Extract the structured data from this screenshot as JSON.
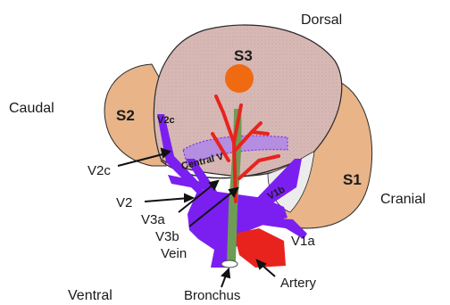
{
  "directions": {
    "dorsal": "Dorsal",
    "caudal": "Caudal",
    "cranial": "Cranial",
    "ventral": "Ventral"
  },
  "segments": {
    "s1": "S1",
    "s2": "S2",
    "s3": "S3"
  },
  "vessel_labels": {
    "v2c_inner": "V2c",
    "central_v": "Central V",
    "v1b": "V1b",
    "v2c": "V2c",
    "v2": "V2",
    "v3a": "V3a",
    "v3b": "V3b",
    "v1a": "V1a"
  },
  "structure_labels": {
    "vein": "Vein",
    "bronchus": "Bronchus",
    "artery": "Artery"
  },
  "colors": {
    "segment_tan": "#E8B488",
    "segment_s3": "#D8B5B5",
    "vein_purple": "#7B1FF0",
    "artery_red": "#E8231E",
    "artery_orange": "#F06A12",
    "bronchus_green": "#6E9C55"
  }
}
